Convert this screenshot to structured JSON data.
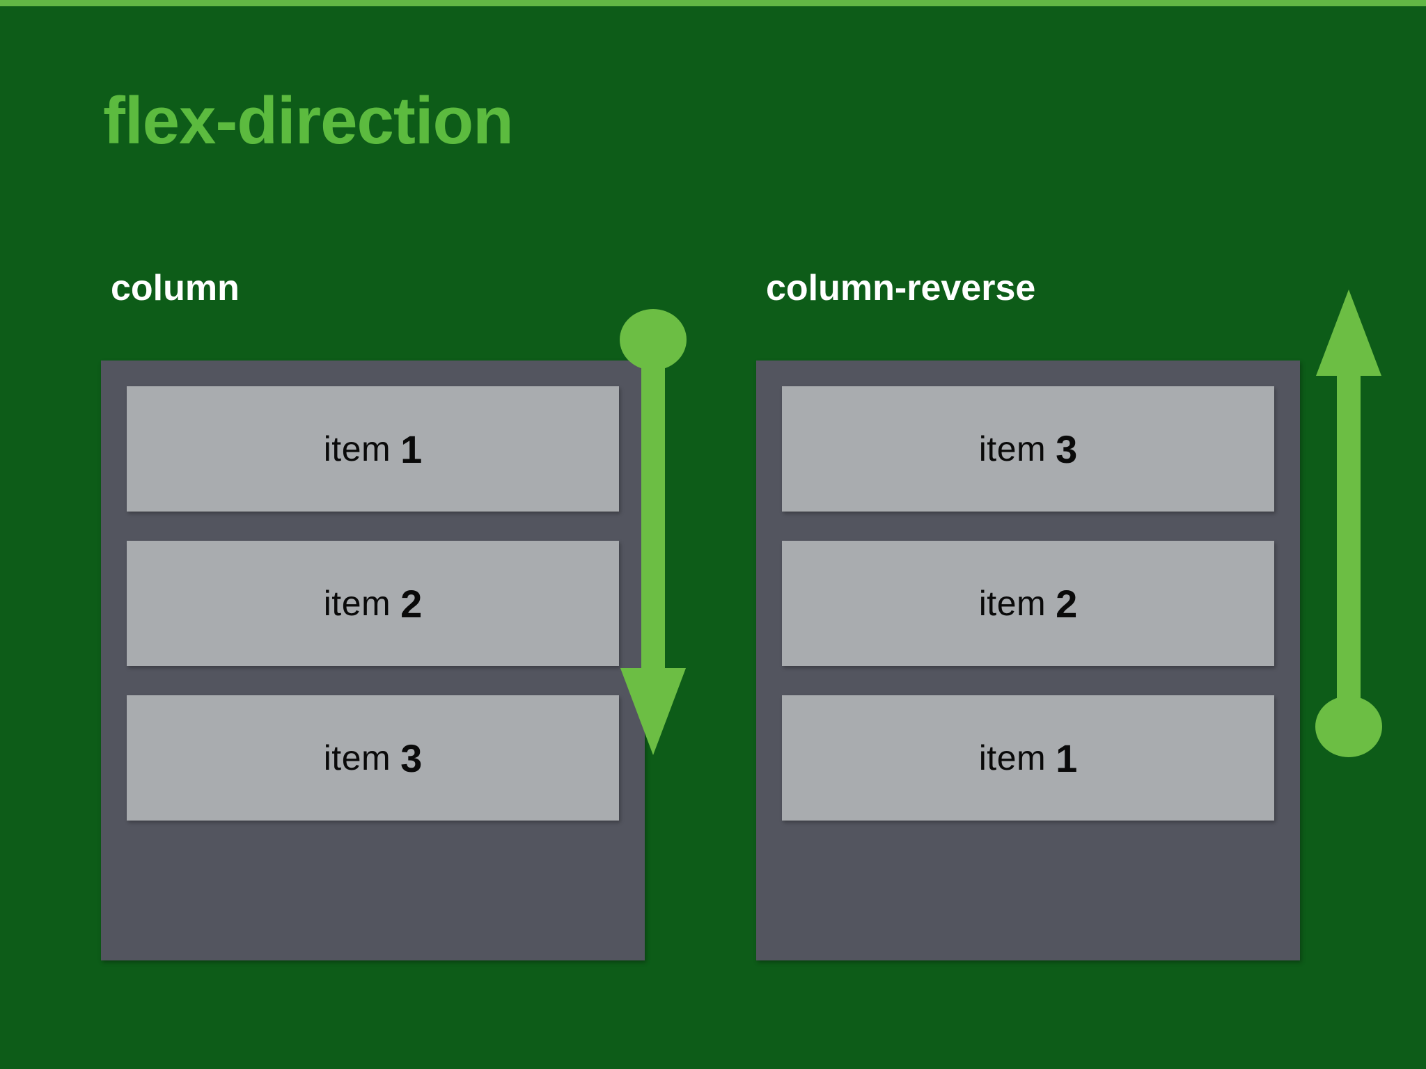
{
  "page": {
    "title": "flex-direction",
    "background_color": "#0d5c18",
    "accent_color": "#62b745",
    "title_color": "#5cbb3f",
    "label_color": "#ffffff",
    "container_color": "#53555f",
    "item_color": "#a9acaf",
    "arrow_color": "#6cbe44"
  },
  "demos": [
    {
      "label": "column",
      "direction": "column",
      "arrow": {
        "name": "down-arrow-with-start-dot",
        "points": "down",
        "dot_position": "top"
      },
      "items": [
        {
          "text": "item",
          "num": "1"
        },
        {
          "text": "item",
          "num": "2"
        },
        {
          "text": "item",
          "num": "3"
        }
      ]
    },
    {
      "label": "column-reverse",
      "direction": "column-reverse",
      "arrow": {
        "name": "up-arrow-with-start-dot",
        "points": "up",
        "dot_position": "bottom"
      },
      "items": [
        {
          "text": "item",
          "num": "3"
        },
        {
          "text": "item",
          "num": "2"
        },
        {
          "text": "item",
          "num": "1"
        }
      ]
    }
  ]
}
